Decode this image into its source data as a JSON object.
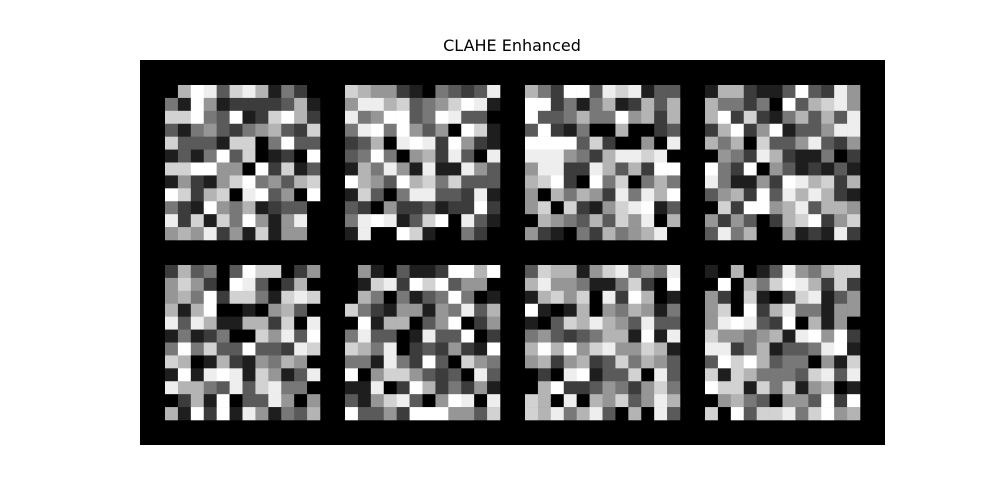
{
  "figure": {
    "title": "CLAHE Enhanced"
  },
  "image": {
    "background_color": "#000000",
    "grid_rows": 2,
    "grid_cols": 4,
    "tile_pixels": 12,
    "gray_levels": [
      "#000000",
      "#1e1e1e",
      "#3c3c3c",
      "#5a5a5a",
      "#787878",
      "#969696",
      "#b4b4b4",
      "#d2d2d2",
      "#eeeeee",
      "#ffffff"
    ]
  }
}
